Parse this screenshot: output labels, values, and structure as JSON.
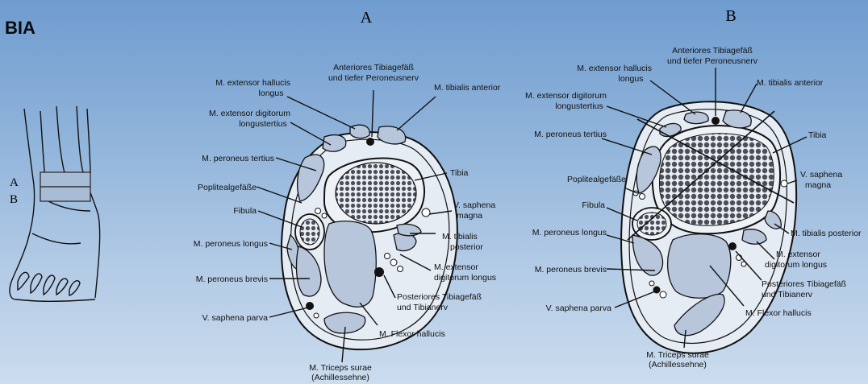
{
  "header_text": "BIA",
  "panels": {
    "a_title": "A",
    "b_title": "B"
  },
  "leg": {
    "level_a": "A",
    "level_b": "B"
  },
  "labels_a": {
    "anterior_vessels_l1": "Anteriores Tibiagefäß",
    "anterior_vessels_l2": "und tiefer Peroneusnerv",
    "ext_hallucis_l1": "M. extensor hallucis",
    "ext_hallucis_l2": "longus",
    "tibialis_anterior": "M. tibialis anterior",
    "ext_digitorum_l1": "M. extensor digitorum",
    "ext_digitorum_l2": "longustertius",
    "peroneus_tertius": "M. peroneus tertius",
    "tibia": "Tibia",
    "popliteal": "Poplitealgefäße",
    "saphena_magna_l1": "V. saphena",
    "saphena_magna_l2": "magna",
    "fibula": "Fibula",
    "tibialis_posterior_l1": "M. tibialis",
    "tibialis_posterior_l2": "posterior",
    "peroneus_longus": "M. peroneus longus",
    "ext_digitorum_longus_l1": "M. extensor",
    "ext_digitorum_longus_l2": "digitorum longus",
    "peroneus_brevis": "M. peroneus brevis",
    "posterior_vessels_l1": "Posteriores Tibiagefäß",
    "posterior_vessels_l2": "und Tibianerv",
    "saphena_parva": "V. saphena parva",
    "flexor_hallucis": "M. Flexor hallucis",
    "triceps_l1": "M. Triceps surae",
    "triceps_l2": "(Achillessehne)"
  },
  "labels_b": {
    "anterior_vessels_l1": "Anteriores Tibiagefäß",
    "anterior_vessels_l2": "und tiefer Peroneusnerv",
    "ext_hallucis_l1": "M. extensor hallucis",
    "ext_hallucis_l2": "longus",
    "tibialis_anterior": "M. tibialis anterior",
    "ext_digitorum_l1": "M. extensor digitorum",
    "ext_digitorum_l2": "longustertius",
    "peroneus_tertius": "M. peroneus tertius",
    "tibia": "Tibia",
    "saphena_magna_l1": "V. saphena",
    "saphena_magna_l2": "magna",
    "popliteal": "Poplitealgefäße",
    "fibula": "Fibula",
    "peroneus_longus": "M. peroneus longus",
    "tibialis_posterior": "M. tibialis posterior",
    "ext_digitorum_longus_l1": "M. extensor",
    "ext_digitorum_longus_l2": "digitorum longus",
    "peroneus_brevis": "M. peroneus brevis",
    "posterior_vessels_l1": "Posteriores Tibiagefäß",
    "posterior_vessels_l2": "und Tibianerv",
    "saphena_parva": "V. saphena parva",
    "flexor_hallucis": "M. Flexor hallucis",
    "triceps_l1": "M. Triceps surae",
    "triceps_l2": "(Achillessehne)"
  },
  "colors": {
    "background_top": "#6f9ccf",
    "background_bottom": "#cbdcee",
    "muscle_fill": "#b7c6db",
    "outline": "#111111"
  }
}
